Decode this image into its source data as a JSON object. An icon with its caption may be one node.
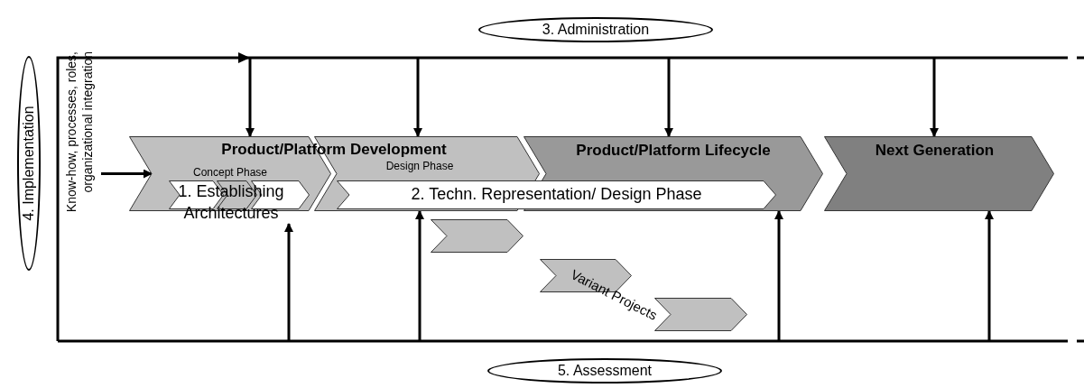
{
  "diagram": {
    "nodes": [
      {
        "text": [
          "3. Administration"
        ]
      },
      {
        "text": [
          "4. Implementation"
        ]
      },
      {
        "text": [
          "Know-how, processes, roles, organizational integration"
        ]
      },
      {
        "text": [
          "Concept Phase"
        ]
      },
      {
        "text": [
          "Design Phase"
        ]
      },
      {
        "text": [
          "Product/Platform Lifecycle"
        ]
      },
      {
        "text": [
          "Next Generation"
        ]
      },
      {
        "text": [
          "1. Establishing Architectures"
        ]
      },
      {
        "text": [
          "2. Techn. Representation/ Design Phase"
        ]
      },
      {
        "text": [],
        "shape": "chevron"
      },
      {
        "text": [],
        "shape": "chevron"
      },
      {
        "text": [],
        "shape": "chevron"
      },
      {
        "text": [
          "5. Assessment"
        ]
      }
    ],
    "edges": [
      {
        "from": null,
        "to": 3,
        "arrow": "to"
      },
      {
        "from": null,
        "to": 4,
        "arrow": "to"
      },
      {
        "from": null,
        "to": 5,
        "arrow": "to"
      },
      {
        "from": null,
        "to": 6,
        "arrow": "to"
      },
      {
        "from": 2,
        "to": 3,
        "arrow": "to"
      },
      {
        "from": null,
        "to": 7,
        "arrow": "to"
      },
      {
        "from": null,
        "to": 4,
        "arrow": "to"
      },
      {
        "from": null,
        "to": 5,
        "arrow": "to"
      },
      {
        "from": null,
        "to": 6,
        "arrow": "to"
      }
    ],
    "labels": [
      "Product/Platform Development",
      "Variant Projects"
    ]
  }
}
